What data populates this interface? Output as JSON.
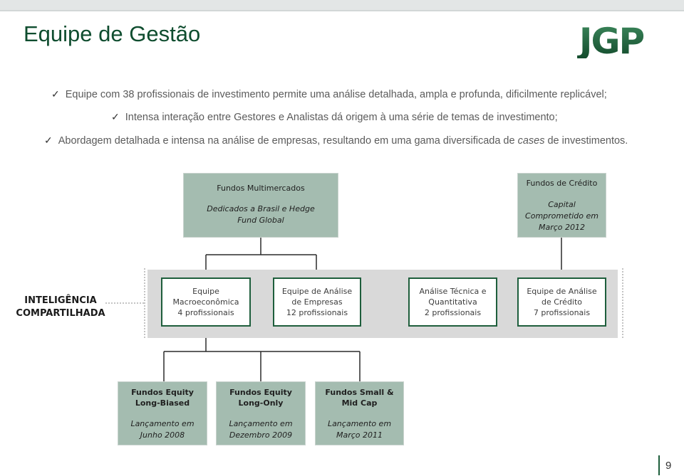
{
  "title": "Equipe de Gestão",
  "logo_text": "JGP",
  "bullets": [
    "Equipe com 38 profissionais de investimento permite uma análise detalhada, ampla e profunda, dificilmente replicável;",
    "Intensa interação entre Gestores e Analistas dá origem à uma série de temas de investimento;",
    {
      "before": "Abordagem detalhada e intensa na análise de empresas, resultando em uma gama diversificada de ",
      "italic": "cases",
      "after": " de investimentos."
    }
  ],
  "top_boxes": [
    {
      "title": "Fundos Multimercados",
      "subtitle": "Dedicados a Brasil e Hedge Fund Global"
    },
    {
      "title": "Fundos de Crédito",
      "subtitle": "Capital Comprometido em Março 2012"
    }
  ],
  "shared_label": "INTELIGÊNCIA COMPARTILHADA",
  "teams": [
    {
      "title": "Equipe Macroeconômica",
      "count": "4 profissionais"
    },
    {
      "title": "Equipe de Análise de Empresas",
      "count": "12 profissionais"
    },
    {
      "title": "Análise Técnica e Quantitativa",
      "count": "2 profissionais"
    },
    {
      "title": "Equipe de Análise de Crédito",
      "count": "7 profissionais"
    }
  ],
  "bottom_boxes": [
    {
      "title": "Fundos Equity Long-Biased",
      "subtitle": "Lançamento em Junho 2008"
    },
    {
      "title": "Fundos Equity Long-Only",
      "subtitle": "Lançamento em Dezembro 2009"
    },
    {
      "title": "Fundos Small & Mid Cap",
      "subtitle": "Lançamento em Março 2011"
    }
  ],
  "page_number": "9",
  "colors": {
    "brand_green": "#1e5e3c",
    "box_fill": "#a4bcb0",
    "band": "#d9d9d9"
  },
  "icons": {
    "bullet": "check-icon"
  }
}
